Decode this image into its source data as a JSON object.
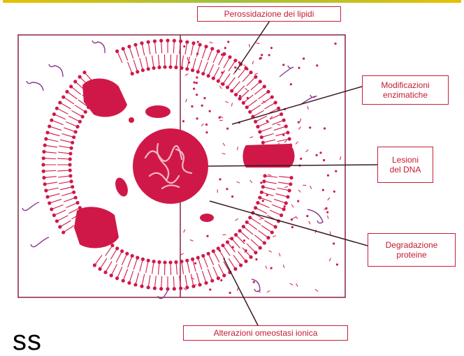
{
  "labels": {
    "lipid_peroxidation": "Perossidazione dei lipidi",
    "enzymatic_mods": "Modificazioni\nenzimatiche",
    "dna_lesions": "Lesioni\ndel DNA",
    "protein_degradation": "Degradazione\nproteine",
    "ionic_alterations": "Alterazioni omeostasi ionica"
  },
  "bottom_text": "ss",
  "colors": {
    "membrane": "#d01848",
    "label_text": "#c41a30",
    "label_border": "#c81e3a",
    "leader_line": "#3a1a24",
    "frame": "#8a2040"
  }
}
